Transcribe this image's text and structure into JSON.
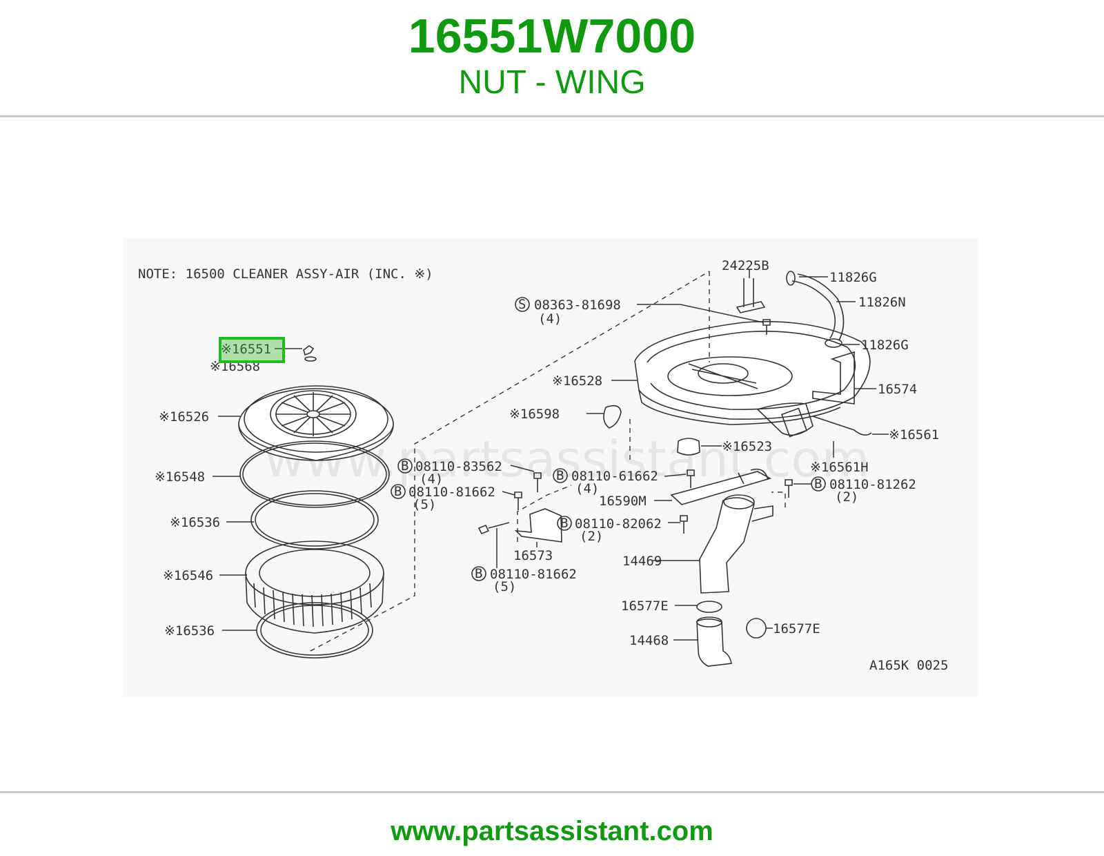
{
  "header": {
    "part_number": "16551W7000",
    "part_name": "NUT - WING"
  },
  "diagram": {
    "note": "NOTE: 16500 CLEANER ASSY-AIR (INC. ※)",
    "watermark": "www.partsassistant.com",
    "figure_code": "A165K 0025",
    "highlight_color": "#22bb22",
    "labels": {
      "l16551": "※16551",
      "l16568": "※16568",
      "l16526": "※16526",
      "l16548": "※16548",
      "l16536a": "※16536",
      "l16546": "※16546",
      "l16536b": "※16536",
      "l24225B": "24225B",
      "l11826G_a": "11826G",
      "l11826N": "11826N",
      "l11826G_b": "11826G",
      "l08363": "08363-81698",
      "l08363q": "(4)",
      "l16528": "※16528",
      "l16574": "16574",
      "l16598": "※16598",
      "l16561": "※16561",
      "l16523": "※16523",
      "l16561H": "※16561H",
      "l08110_83562": "08110-83562",
      "l08110_83562q": "(4)",
      "l08110_61662": "08110-61662",
      "l08110_61662q": "(4)",
      "l08110_81262": "08110-81262",
      "l08110_81262q": "(2)",
      "l08110_81662a": "08110-81662",
      "l08110_81662aq": "(5)",
      "l16590M": "16590M",
      "l08110_82062": "08110-82062",
      "l08110_82062q": "(2)",
      "l16573": "16573",
      "l14469": "14469",
      "l08110_81662b": "08110-81662",
      "l08110_81662bq": "(5)",
      "l16577E_a": "16577E",
      "l16577E_b": "16577E",
      "l14468": "14468",
      "sym_S": "S",
      "sym_B": "B"
    }
  },
  "footer": {
    "url": "www.partsassistant.com"
  }
}
